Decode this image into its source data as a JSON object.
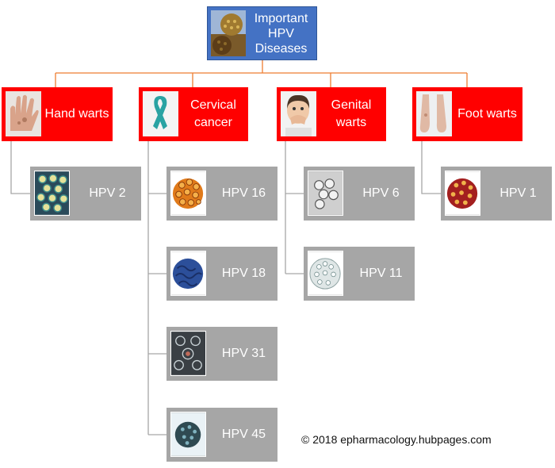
{
  "root": {
    "label": "Important HPV Diseases",
    "icon": "hpv-virion-icon"
  },
  "diseases": [
    {
      "label": "Hand warts",
      "icon": "hand-wart-icon",
      "types": [
        {
          "label": "HPV 2",
          "icon": "hpv2-virion-icon"
        }
      ]
    },
    {
      "label": "Cervical cancer",
      "icon": "awareness-ribbon-icon",
      "types": [
        {
          "label": "HPV 16",
          "icon": "hpv16-virion-icon"
        },
        {
          "label": "HPV 18",
          "icon": "hpv18-virion-icon"
        },
        {
          "label": "HPV 31",
          "icon": "hpv31-virion-icon"
        },
        {
          "label": "HPV 45",
          "icon": "hpv45-virion-icon"
        }
      ]
    },
    {
      "label": "Genital warts",
      "icon": "embarrassed-person-icon",
      "types": [
        {
          "label": "HPV 6",
          "icon": "hpv6-micrograph-icon"
        },
        {
          "label": "HPV 11",
          "icon": "hpv11-virion-icon"
        }
      ]
    },
    {
      "label": "Foot warts",
      "icon": "foot-wart-icon",
      "types": [
        {
          "label": "HPV 1",
          "icon": "hpv1-virion-icon"
        }
      ]
    }
  ],
  "footer": {
    "copyright": "© 2018 epharmacology.hubpages.com"
  },
  "colors": {
    "root": "#4472c4",
    "disease": "#ff0000",
    "type": "#a6a6a6",
    "connector_top": "#ed7d31",
    "connector_sub": "#a6a6a6"
  }
}
